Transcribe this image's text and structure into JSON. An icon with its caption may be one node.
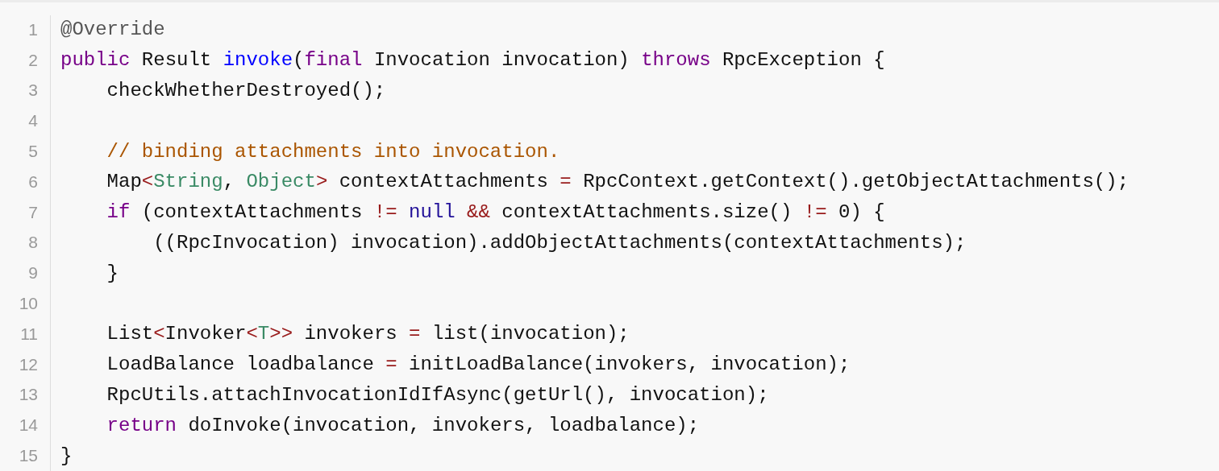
{
  "diagram": {
    "labels": [
      "1",
      "@Override",
      "2",
      "public Result invoke(final Invocation invocation) throws RpcException {",
      "3",
      "checkWhetherDestroyed();",
      "4",
      "5",
      "// binding attachments into invocation.",
      "6",
      "Map<String, Object> contextAttachments = RpcContext.getContext().getObjectAttachments();",
      "7",
      "if (contextAttachments != null && contextAttachments.size() != 0) {",
      "8",
      "((RpcInvocation) invocation).addObjectAttachments(contextAttachments);",
      "9",
      "}",
      "10",
      "11",
      "List<Invoker<T>> invokers = list(invocation);",
      "12",
      "LoadBalance loadbalance = initLoadBalance(invokers, invocation);",
      "13",
      "RpcUtils.attachInvocationIdIfAsync(getUrl(), invocation);",
      "14",
      "return doInvoke(invocation, invokers, loadbalance);",
      "15",
      "}"
    ]
  }
}
